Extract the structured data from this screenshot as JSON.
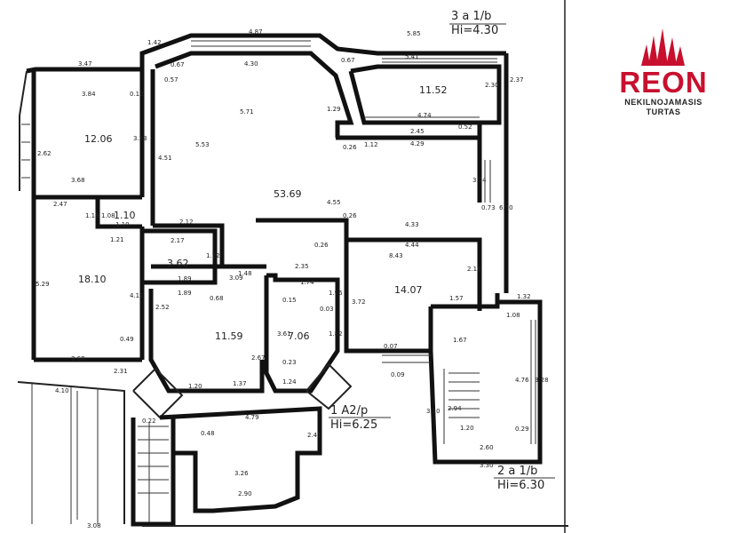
{
  "levels": [
    {
      "line1": "3 a 1/b",
      "line2": "Hi=4.30"
    },
    {
      "line1": "1 A2/p",
      "line2": "Hi=6.25"
    },
    {
      "line1": "2 a 1/b",
      "line2": "Hi=6.30"
    }
  ],
  "rooms": [
    {
      "area": "12.06"
    },
    {
      "area": "53.69"
    },
    {
      "area": "11.52"
    },
    {
      "area": "1.10"
    },
    {
      "area": "3.62"
    },
    {
      "area": "18.10"
    },
    {
      "area": "14.07"
    },
    {
      "area": "11.59"
    },
    {
      "area": "7.06"
    }
  ],
  "dimensions": [
    "3.47",
    "3.84",
    "0.12",
    "3.23",
    "2.62",
    "3.68",
    "1.42",
    "4.87",
    "4.30",
    "0.57",
    "0.67",
    "5.71",
    "5.53",
    "4.51",
    "5.85",
    "5.41",
    "2.37",
    "2.30",
    "0.67",
    "1.29",
    "4.74",
    "2.45",
    "0.52",
    "1.12",
    "4.29",
    "0.26",
    "3.14",
    "6.50",
    "0.73",
    "4.55",
    "0.26",
    "4.33",
    "0.26",
    "2.47",
    "1.19",
    "1.08",
    "1.21",
    "1.10",
    "2.12",
    "2.17",
    "1.72",
    "1.89",
    "5.29",
    "4.12",
    "4.44",
    "8.43",
    "2.16",
    "3.72",
    "1.48",
    "2.35",
    "3.09",
    "1.74",
    "1.96",
    "1.89",
    "0.68",
    "2.52",
    "0.15",
    "0.03",
    "1.57",
    "1.08",
    "1.32",
    "0.49",
    "3.61",
    "1.82",
    "1.67",
    "2.67",
    "3.68",
    "0.23",
    "2.31",
    "4.10",
    "1.20",
    "1.37",
    "1.24",
    "0.07",
    "0.09",
    "4.79",
    "2.42",
    "4.76",
    "3.28",
    "0.29",
    "0.22",
    "0.48",
    "3.26",
    "2.90",
    "2.94",
    "1.20",
    "3.10",
    "2.60",
    "3.30",
    "3.08"
  ],
  "brand": {
    "name": "REON",
    "line1": "NEKILNOJAMASIS",
    "line2": "TURTAS",
    "color": "#c8102e"
  }
}
